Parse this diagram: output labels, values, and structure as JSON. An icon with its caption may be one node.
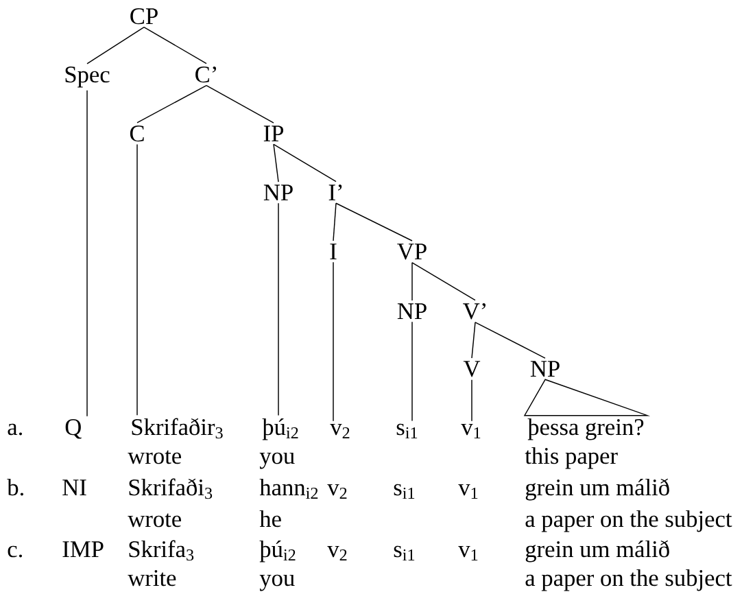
{
  "diagram": {
    "nodes": [
      {
        "text": [
          "CP"
        ]
      },
      {
        "text": [
          "Spec"
        ]
      },
      {
        "text": [
          "C’"
        ]
      },
      {
        "text": [
          "C"
        ]
      },
      {
        "text": [
          "IP"
        ]
      },
      {
        "text": [
          "NP"
        ]
      },
      {
        "text": [
          "I’"
        ]
      },
      {
        "text": [
          "I"
        ]
      },
      {
        "text": [
          "VP"
        ]
      },
      {
        "text": [
          "NP"
        ]
      },
      {
        "text": [
          "V’"
        ]
      },
      {
        "text": [
          "V"
        ]
      },
      {
        "text": [
          "NP"
        ]
      },
      {
        "text": [
          "Q"
        ]
      },
      {
        "text": [
          "Skrifaðir$_{3}$"
        ]
      },
      {
        "text": [
          "þú$_{i2}$"
        ]
      },
      {
        "text": [
          "v$_{2}$"
        ]
      },
      {
        "text": [
          "s$_{i1}$"
        ]
      },
      {
        "text": [
          "v$_{1}$"
        ]
      },
      {
        "text": [
          "þessa grein?"
        ]
      }
    ],
    "edges": [
      {
        "from": 0,
        "to": 1,
        "arrow": "none"
      },
      {
        "from": 0,
        "to": 2,
        "arrow": "none"
      },
      {
        "from": 2,
        "to": 3,
        "arrow": "none"
      },
      {
        "from": 2,
        "to": 4,
        "arrow": "none"
      },
      {
        "from": 4,
        "to": 5,
        "arrow": "none"
      },
      {
        "from": 4,
        "to": 6,
        "arrow": "none"
      },
      {
        "from": 6,
        "to": 7,
        "arrow": "none"
      },
      {
        "from": 6,
        "to": 8,
        "arrow": "none"
      },
      {
        "from": 8,
        "to": 9,
        "arrow": "none"
      },
      {
        "from": 8,
        "to": 10,
        "arrow": "none"
      },
      {
        "from": 10,
        "to": 11,
        "arrow": "none"
      },
      {
        "from": 10,
        "to": 12,
        "arrow": "none"
      },
      {
        "from": 1,
        "to": 13,
        "arrow": "none"
      },
      {
        "from": 3,
        "to": 14,
        "arrow": "none"
      },
      {
        "from": 5,
        "to": 15,
        "arrow": "none"
      },
      {
        "from": 7,
        "to": 16,
        "arrow": "none"
      },
      {
        "from": 9,
        "to": 17,
        "arrow": "none"
      },
      {
        "from": 11,
        "to": 18,
        "arrow": "none"
      },
      {
        "from": 12,
        "to": 19,
        "arrow": "none"
      }
    ],
    "labels": [
      "a.",
      "wrote",
      "you",
      "this paper",
      "b.",
      "NI",
      "Skrifaði$_{3}$",
      "hann$_{i2}$",
      "v$_{2}$",
      "s$_{i1}$",
      "v$_{1}$",
      "grein um málið",
      "wrote",
      "he",
      "a paper on the subject",
      "c.",
      "IMP",
      "Skrifa$_{3}$",
      "þú$_{i2}$",
      "v$_{2}$",
      "s$_{i1}$",
      "v$_{1}$",
      "grein um málið",
      "write",
      "you",
      "a paper on the subject"
    ]
  }
}
